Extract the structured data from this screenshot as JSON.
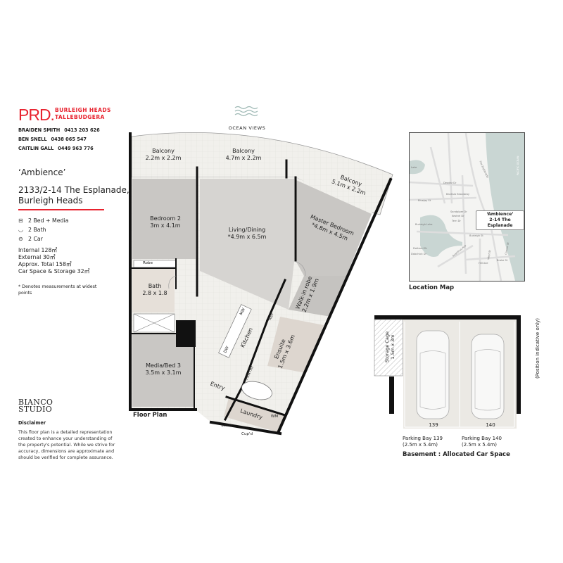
{
  "agency": {
    "logo": "PRD.",
    "office_line1": "BURLEIGH HEADS",
    "office_line2": "TALLEBUDGERA",
    "brand_color": "#e8222e"
  },
  "agents": [
    {
      "name": "BRAIDEN SMITH",
      "phone": "0413 203 626"
    },
    {
      "name": "BEN SNELL",
      "phone": "0438 065 547"
    },
    {
      "name": "CAITLIN GALL",
      "phone": "0449 963 776"
    }
  ],
  "property": {
    "name": "‘Ambience’",
    "address_line1": "2133/2-14 The Esplanade,",
    "address_line2": "Burleigh Heads",
    "features": [
      {
        "icon": "bed-icon",
        "label": "2 Bed + Media"
      },
      {
        "icon": "bath-icon",
        "label": "2 Bath"
      },
      {
        "icon": "car-icon",
        "label": "2 Car"
      }
    ],
    "areas": [
      "Internal 128㎡",
      "External 30㎡",
      "Approx. Total 158㎡",
      "Car Space & Storage 32㎡"
    ],
    "note": "* Denotes measurements at widest points"
  },
  "designer": {
    "logo_line1": "BIANCO",
    "logo_line2": "STUDIO",
    "disclaimer_title": "Disclaimer",
    "disclaimer": "This floor plan is a detailed representation created to enhance your understanding of the property's potential. While we strive for accuracy, dimensions are approximate and should be verified for complete assurance."
  },
  "floorplan": {
    "ocean_views": "OCEAN VIEWS",
    "caption": "Floor Plan",
    "rooms": {
      "balcony1": {
        "name": "Balcony",
        "size": "2.2m x 2.2m"
      },
      "balcony2": {
        "name": "Balcony",
        "size": "4.7m x 2.2m"
      },
      "balcony3": {
        "name": "Balcony",
        "size": "5.1m x 2.2m"
      },
      "bedroom2": {
        "name": "Bedroom 2",
        "size": "3m x 4.1m"
      },
      "living": {
        "name": "Living/Dining",
        "size": "*4.9m x 6.5m"
      },
      "master": {
        "name": "Master Bedroom",
        "size": "*4.8m x 4.5m"
      },
      "robe": "Robe",
      "bath": {
        "name": "Bath",
        "size": "2.8 x 1.8"
      },
      "walkin": {
        "name": "Walk-in robe",
        "size": "2.2m x 1.9m"
      },
      "kitchen": "Kitchen",
      "ensuite": {
        "name": "Ensuite",
        "size": "1.5m x 3.6m"
      },
      "media": {
        "name": "Media/Bed 3",
        "size": "3.5m x 3.1m"
      },
      "entry": "Entry",
      "laundry": "Laundry",
      "pantry": "PANTRY",
      "ref": "REF",
      "mw": "MW",
      "dw": "DW",
      "wm": "WM",
      "linen": "Linen",
      "cupd": "Cup'd"
    }
  },
  "map": {
    "caption": "Location Map",
    "pin_line1": "‘Ambience’",
    "pin_line2": "2-14 The Esplanade",
    "ocean_label": "PACIFIC OCEAN",
    "streets": [
      "Lake",
      "Burleigh Lake",
      "Deodar Dr",
      "Banksia Broadway",
      "Bluejay St",
      "Sandpiper Dr",
      "Kestrel Dr",
      "Tern Dr",
      "Burleigh St",
      "Dotterel Dr",
      "Dabchick Dr",
      "Hill Ave",
      "Brake St",
      "The Esplanade",
      "West St",
      "Connor St",
      "Acanthus Ave"
    ],
    "water_color": "#c9d6d3"
  },
  "parking": {
    "storage": "Storage Cage",
    "storage_size": "1.5m x 3m",
    "bay1_number": "139",
    "bay2_number": "140",
    "bay1_label": "Parking Bay 139",
    "bay1_size": "(2.5m x 5.4m)",
    "bay2_label": "Parking Bay 140",
    "bay2_size": "(2.5m x 5.4m)",
    "note": "(Position indicative only)",
    "caption": "Basement : Allocated Car Space"
  }
}
